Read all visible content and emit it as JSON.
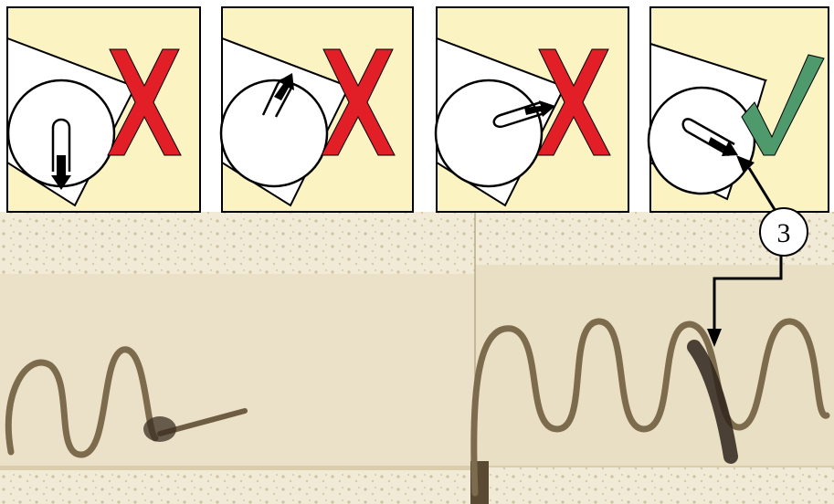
{
  "panels": [
    {
      "id": "panel-1",
      "verdict": "incorrect"
    },
    {
      "id": "panel-2",
      "verdict": "incorrect"
    },
    {
      "id": "panel-3",
      "verdict": "incorrect"
    },
    {
      "id": "panel-4",
      "verdict": "correct"
    }
  ],
  "callout": {
    "label": "3"
  },
  "colors": {
    "panel_fill": "#FBF3C2",
    "cross": "#E21F26",
    "check": "#4E9A6C",
    "brick": "#E8DDC3",
    "coil": "#7A6A50",
    "outline": "#000000"
  },
  "icons": {
    "incorrect": "red-x-icon",
    "correct": "green-check-icon"
  }
}
